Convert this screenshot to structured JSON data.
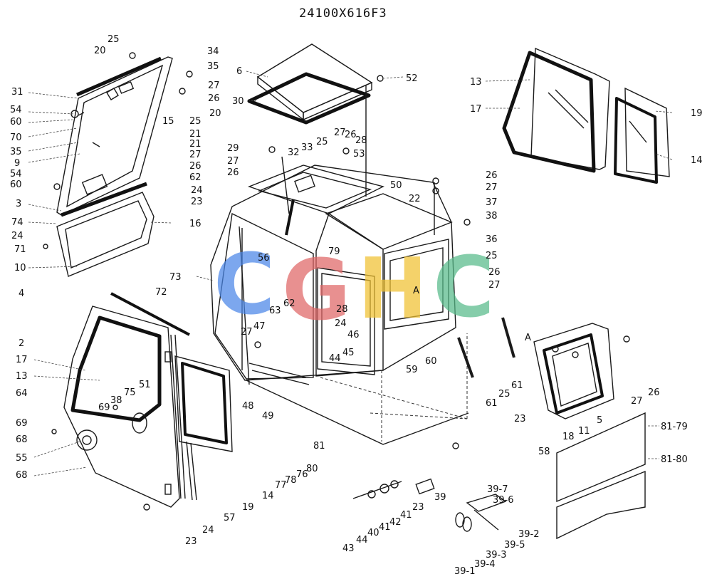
{
  "title": "24100X616F3",
  "watermark": {
    "letters": [
      {
        "char": "C",
        "color": "#4a86e8"
      },
      {
        "char": "G",
        "color": "#e06666"
      },
      {
        "char": "H",
        "color": "#f1c232"
      },
      {
        "char": "C",
        "color": "#57bb8a"
      }
    ]
  },
  "labels": [
    "25",
    "20",
    "34",
    "35",
    "6",
    "52",
    "13",
    "31",
    "27",
    "26",
    "20",
    "30",
    "17",
    "19",
    "54",
    "60",
    "15",
    "25",
    "70",
    "21",
    "35",
    "21",
    "27",
    "29",
    "27",
    "26",
    "32",
    "33",
    "25",
    "27",
    "26",
    "28",
    "53",
    "14",
    "9",
    "26",
    "54",
    "62",
    "60",
    "24",
    "23",
    "3",
    "26",
    "27",
    "74",
    "16",
    "24",
    "71",
    "37",
    "38",
    "10",
    "4",
    "22",
    "50",
    "56",
    "79",
    "36",
    "25",
    "26",
    "27",
    "73",
    "72",
    "63",
    "62",
    "28",
    "2",
    "27",
    "47",
    "24",
    "46",
    "45",
    "44",
    "59",
    "60",
    "17",
    "13",
    "64",
    "69",
    "38",
    "75",
    "51",
    "69",
    "68",
    "55",
    "68",
    "48",
    "49",
    "77",
    "78",
    "76",
    "80",
    "81",
    "14",
    "19",
    "57",
    "24",
    "23",
    "43",
    "44",
    "40",
    "41",
    "42",
    "41",
    "23",
    "39",
    "39-7",
    "39-6",
    "39-2",
    "39-5",
    "39-3",
    "39-4",
    "39-1",
    "61",
    "25",
    "61",
    "A",
    "A",
    "23",
    "58",
    "18",
    "11",
    "5",
    "27",
    "26",
    "81-79",
    "81-80"
  ]
}
